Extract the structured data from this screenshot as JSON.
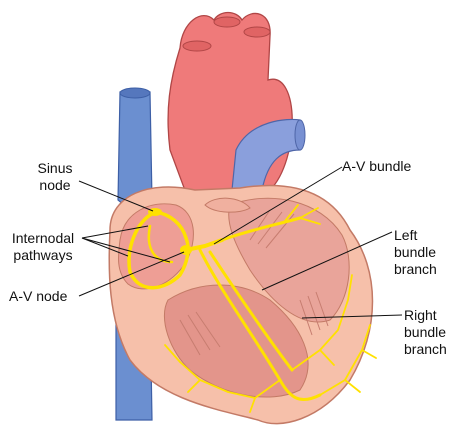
{
  "labels": {
    "sinus_node": {
      "line1": "Sinus",
      "line2": "node"
    },
    "internodal_pathways": {
      "line1": "Internodal",
      "line2": "pathways"
    },
    "av_node": "A-V node",
    "av_bundle": "A-V bundle",
    "left_bundle_branch": {
      "line1": "Left",
      "line2": "bundle",
      "line3": "branch"
    },
    "right_bundle_branch": {
      "line1": "Right",
      "line2": "bundle",
      "line3": "branch"
    }
  },
  "colors": {
    "vena_cava": "#6b8fd0",
    "aorta": "#ef7a7a",
    "pulmonary": "#8a9fdc",
    "myocardium": "#f6c0aa",
    "chamber": "#e9a49a",
    "conduction": "#ffe100",
    "leader_lines": "#111111"
  }
}
